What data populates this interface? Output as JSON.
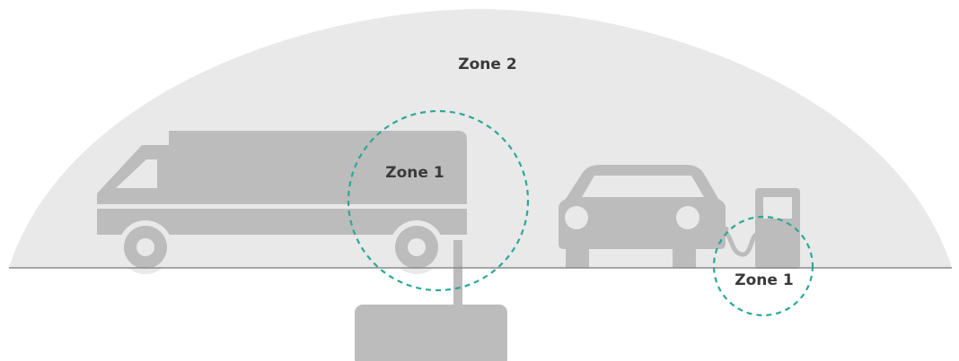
{
  "colors": {
    "background": "#ffffff",
    "zone2_fill": "#e9e9e9",
    "vehicle_grey": "#bcbcbc",
    "ground_line": "#8a8a8a",
    "zone1_dash": "#2aa89a",
    "label_text": "#3a3a3a"
  },
  "zones": {
    "zone2_label": "Zone 2",
    "zone1_truck_label": "Zone 1",
    "zone1_pump_label": "Zone 1"
  },
  "icons": [
    "truck-icon",
    "car-icon",
    "fuel-pump-icon",
    "underground-tank-icon"
  ]
}
